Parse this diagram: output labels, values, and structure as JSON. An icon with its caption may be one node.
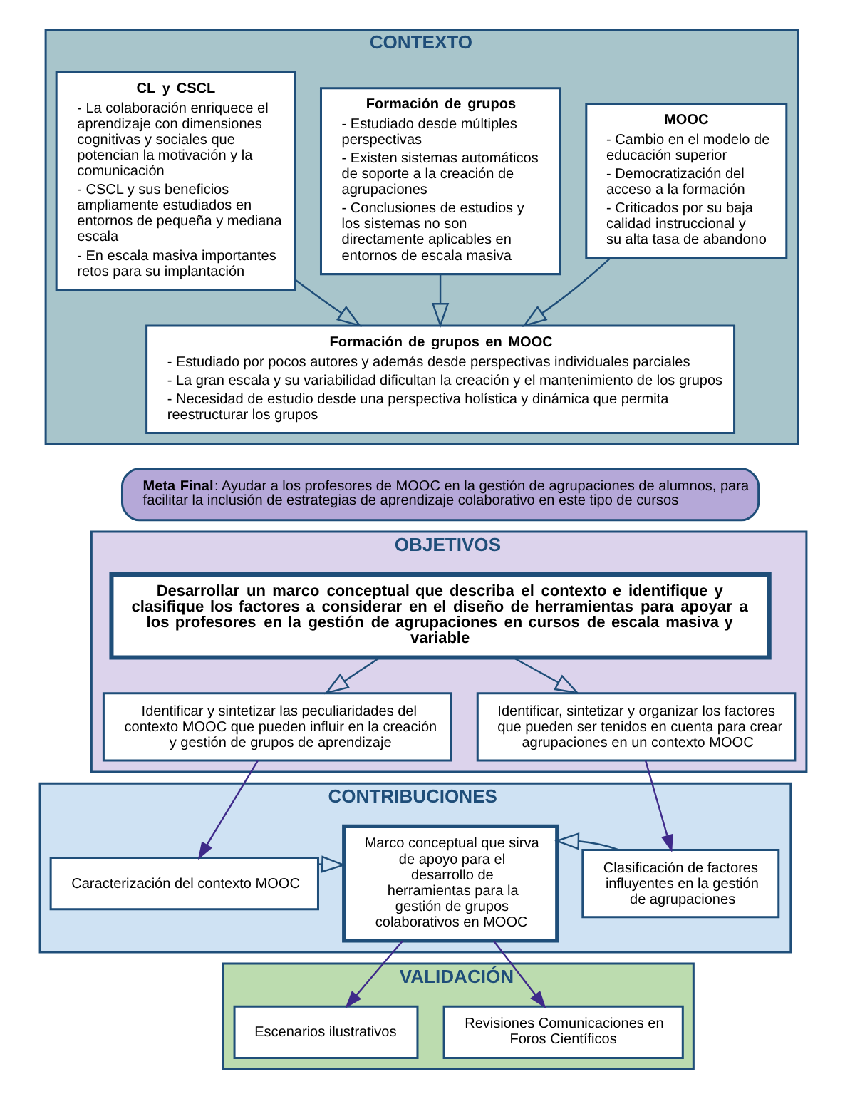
{
  "diagram": {
    "nodes": [
      {
        "text": [
          "CONTEXTO"
        ]
      },
      {
        "text": [
          "CL y CSCL",
          "- La colaboración enriquece el aprendizaje con dimensiones cognitivas y sociales que potencian la motivación y la comunicación",
          "- CSCL y sus beneficios ampliamente estudiados en entornos de pequeña y mediana escala",
          "- En escala masiva importantes retos para su implantación"
        ],
        "in": 0
      },
      {
        "text": [
          "Formación de grupos",
          "- Estudiado desde múltiples perspectivas",
          "- Existen sistemas automáticos de soporte a la creación de agrupaciones",
          "- Conclusiones de estudios y los sistemas no son directamente aplicables en entornos de escala masiva"
        ],
        "in": 0
      },
      {
        "text": [
          "MOOC",
          "- Cambio en el modelo de educación superior",
          "- Democratización del acceso a la formación",
          "- Criticados por su baja calidad instruccional y su alta tasa de abandono"
        ],
        "in": 0
      },
      {
        "text": [
          "Formación de grupos en MOOC",
          "- Estudiado por pocos autores y además desde perspectivas individuales parciales",
          "- La gran escala y su variabilidad dificultan la creación y el mantenimiento de los grupos",
          "- Necesidad de estudio desde una perspectiva holística y dinámica que permita reestructurar los grupos"
        ],
        "in": 0
      },
      {
        "text": [
          "**Meta Final**: Ayudar a los profesores de MOOC en la gestión de agrupaciones de alumnos, para facilitar la inclusión de estrategias de aprendizaje colaborativo en este tipo de cursos"
        ]
      },
      {
        "text": [
          "OBJETIVOS"
        ]
      },
      {
        "text": [
          "Desarrollar un marco conceptual que describa el contexto e identifique y clasifique los factores a considerar en el diseño de herramientas para apoyar a los profesores en la gestión de agrupaciones en cursos de escala masiva y variable"
        ],
        "in": 6
      },
      {
        "text": [
          "Identificar y sintetizar las peculiaridades del contexto MOOC que pueden influir en la creación y gestión de grupos de aprendizaje"
        ],
        "in": 6
      },
      {
        "text": [
          "Identificar, sintetizar y organizar los factores que pueden ser tenidos en cuenta para crear agrupaciones en un contexto MOOC"
        ],
        "in": 6
      },
      {
        "text": [
          "CONTRIBUCIONES"
        ]
      },
      {
        "text": [
          "Caracterización del contexto MOOC"
        ],
        "in": 10
      },
      {
        "text": [
          "Marco conceptual que sirva de apoyo para el desarrollo de herramientas para la gestión de grupos colaborativos en MOOC"
        ],
        "in": 10
      },
      {
        "text": [
          "Clasificación de factores influyentes en la gestión de agrupaciones"
        ],
        "in": 10
      },
      {
        "text": [
          "VALIDACIÓN"
        ]
      },
      {
        "text": [
          "Escenarios ilustrativos"
        ],
        "in": 14
      },
      {
        "text": [
          "Revisiones Comunicaciones en Foros Científicos"
        ],
        "in": 14
      }
    ],
    "edges": [
      {
        "from": 1,
        "to": 4,
        "arrow": "to",
        "color": "#1f4e79"
      },
      {
        "from": 2,
        "to": 4,
        "arrow": "to",
        "color": "#1f4e79"
      },
      {
        "from": 3,
        "to": 4,
        "arrow": "to",
        "color": "#1f4e79"
      },
      {
        "from": 7,
        "to": 8,
        "arrow": "to",
        "color": "#1f4e79"
      },
      {
        "from": 7,
        "to": 9,
        "arrow": "to",
        "color": "#1f4e79"
      },
      {
        "from": 8,
        "to": 11,
        "arrow": "to"
      },
      {
        "from": 9,
        "to": 13,
        "arrow": "to"
      },
      {
        "from": 11,
        "to": 12,
        "arrow": "to",
        "color": "#1f4e79"
      },
      {
        "from": 13,
        "to": 12,
        "arrow": "to",
        "color": "#1f4e79"
      },
      {
        "from": 12,
        "to": 15,
        "arrow": "to"
      },
      {
        "from": 12,
        "to": 16,
        "arrow": "to"
      }
    ]
  }
}
